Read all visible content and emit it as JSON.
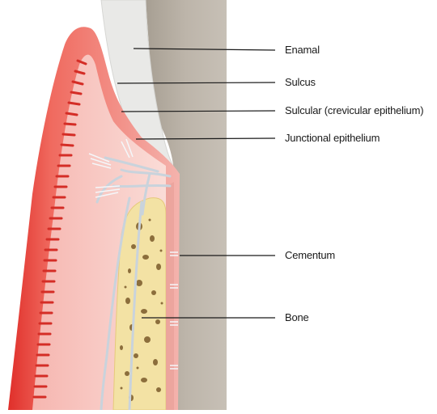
{
  "labels": {
    "enamel": "Enamal",
    "sulcus": "Sulcus",
    "sulcular": "Sulcular (crevicular epithelium)",
    "junctional": "Junctional epithelium",
    "cementum": "Cementum",
    "bone": "Bone"
  },
  "colors": {
    "gingiva_outer": "#e23a33",
    "gingiva_inner": "#f7c7c2",
    "tooth_root": "#b9b1a6",
    "enamel": "#e8e8e6",
    "bone": "#f3e2a4",
    "bone_pores": "#7b5a2a",
    "leader_line": "#1a1a1a"
  }
}
